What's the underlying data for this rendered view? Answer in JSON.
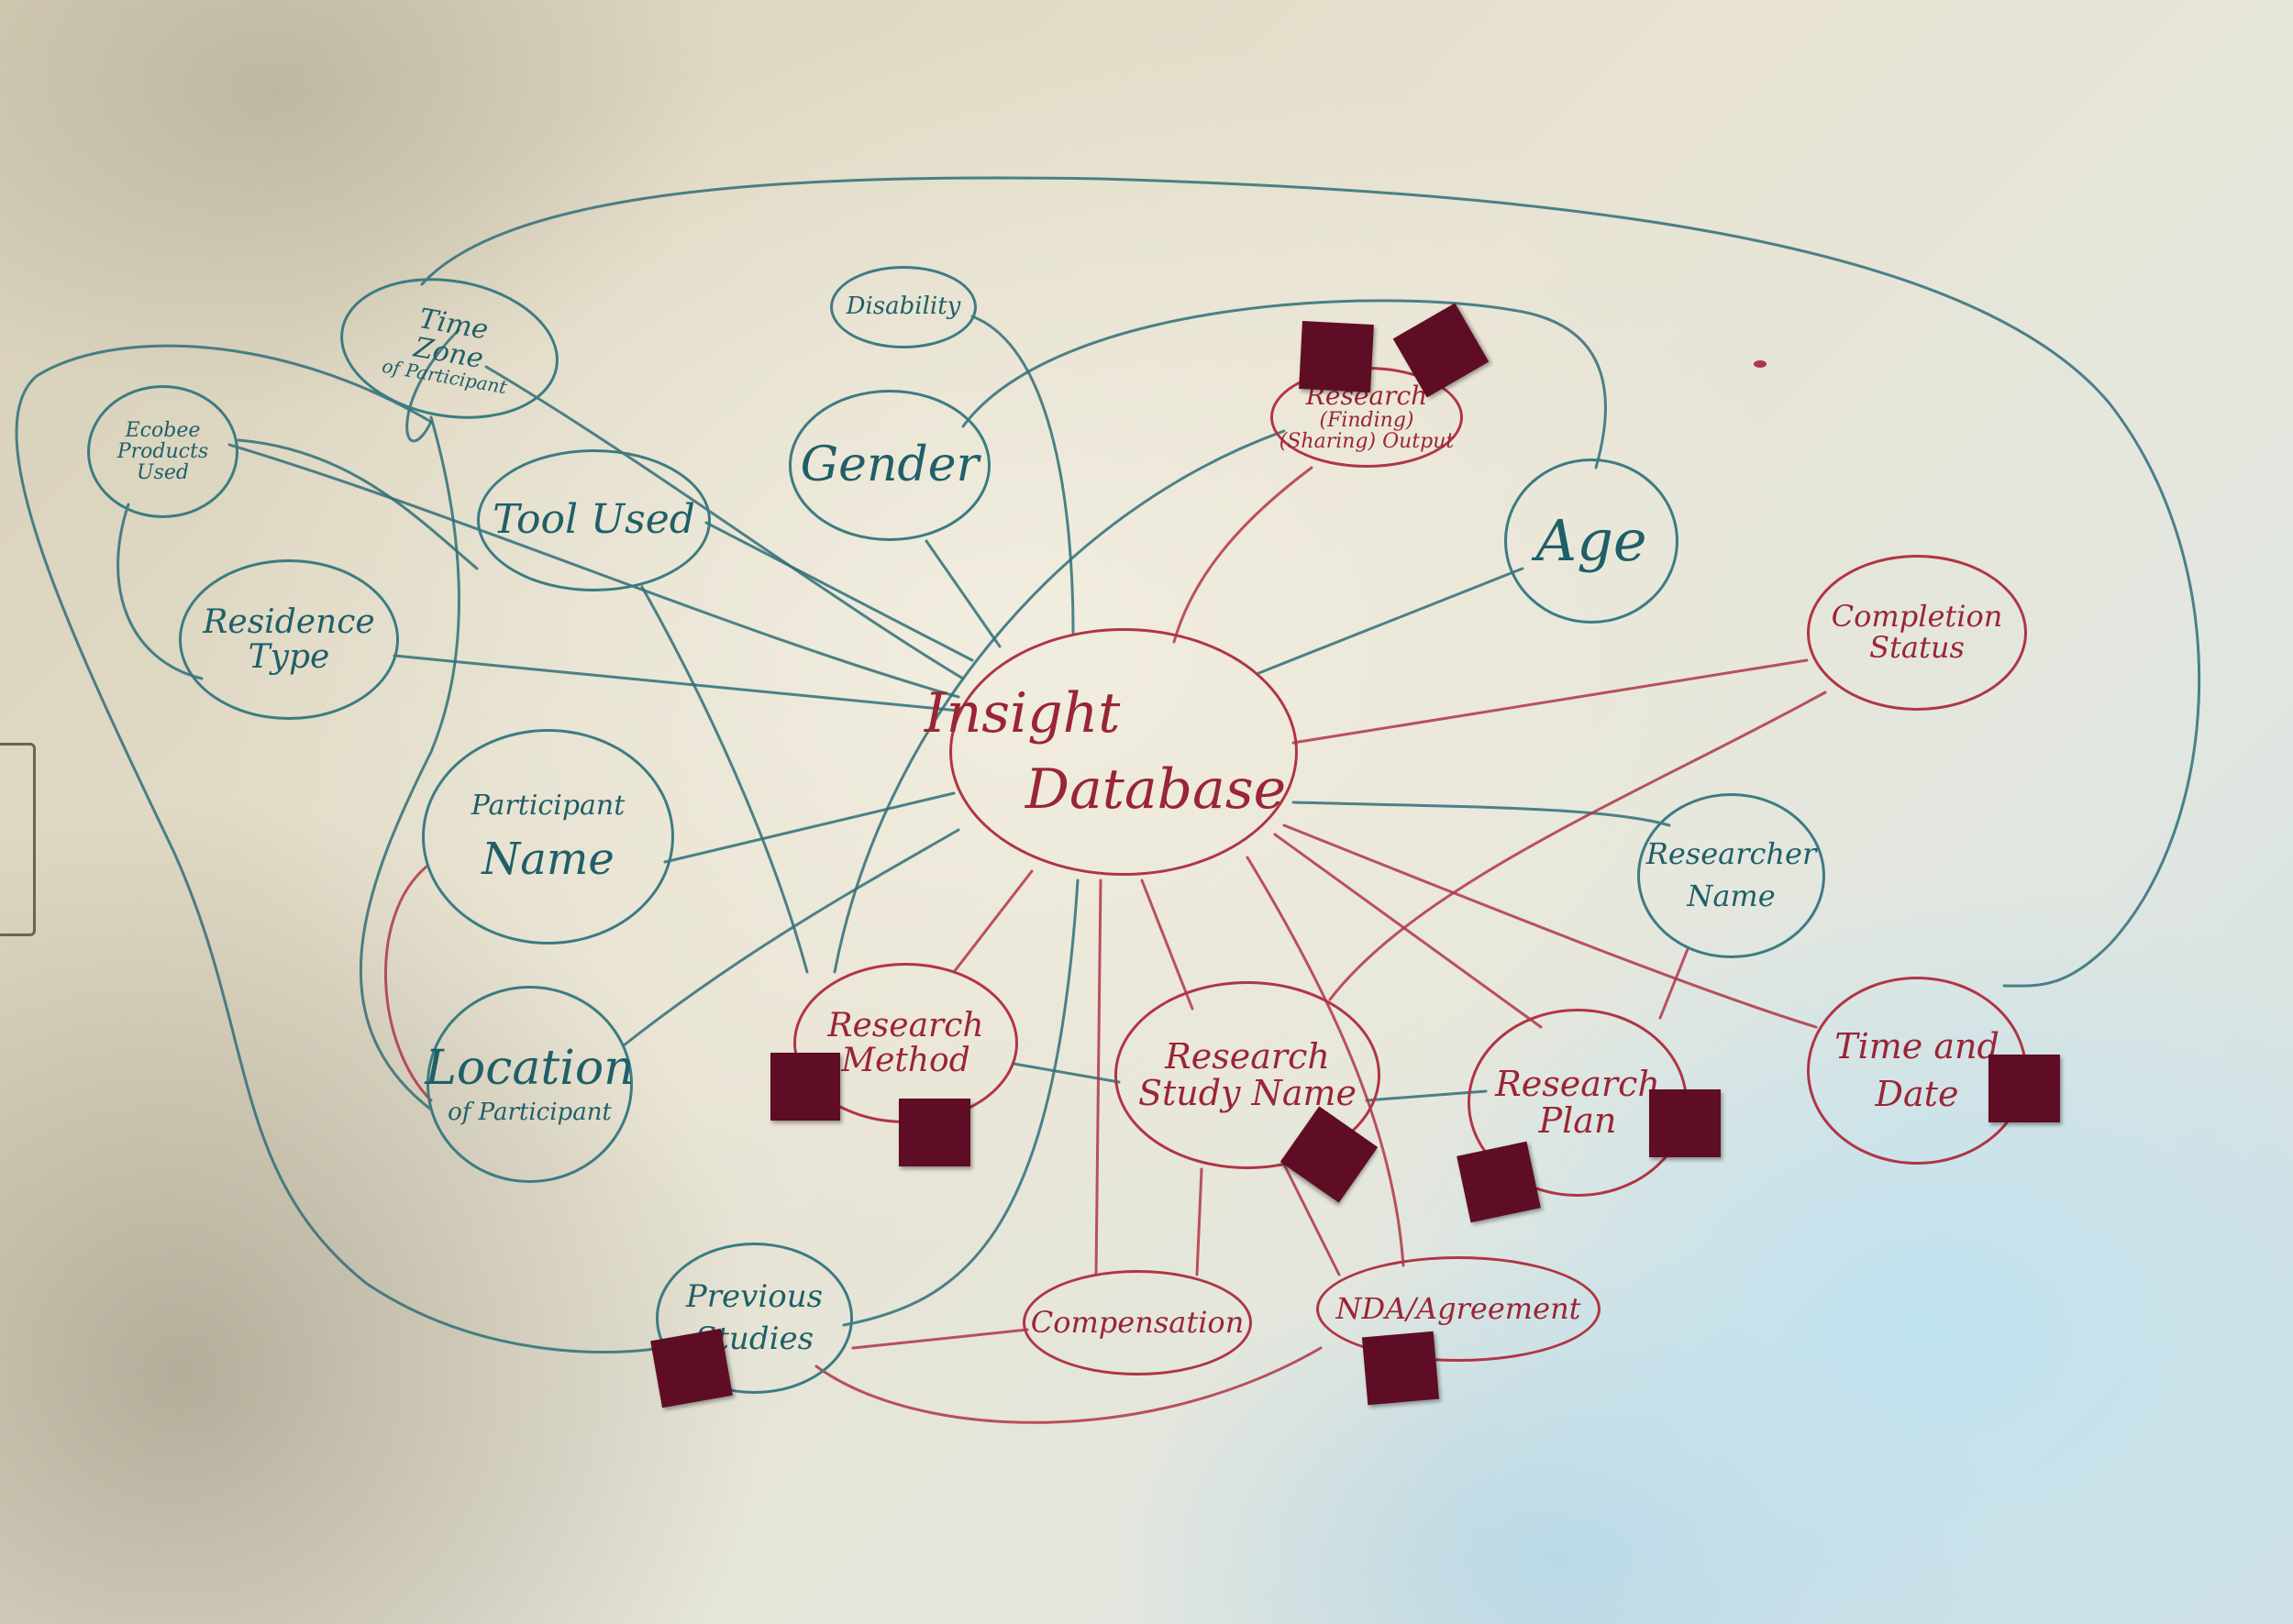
{
  "nodes": {
    "insight_database": [
      "Insight",
      "Database"
    ],
    "time_zone": [
      "Time",
      "Zone",
      "of Participant"
    ],
    "disability": "Disability",
    "ecobee_products": [
      "Ecobee",
      "Products",
      "Used"
    ],
    "gender": "Gender",
    "research_output": [
      "Research",
      "(Finding) (Sharing) Output"
    ],
    "tool_used": "Tool Used",
    "age": "Age",
    "residence_type": [
      "Residence",
      "Type"
    ],
    "completion_status": [
      "Completion",
      "Status"
    ],
    "participant_name": [
      "Participant",
      "Name"
    ],
    "researcher_name": [
      "Researcher",
      "Name"
    ],
    "research_method": [
      "Research",
      "Method"
    ],
    "research_study_name": [
      "Research",
      "Study Name"
    ],
    "research_plan": [
      "Research",
      "Plan"
    ],
    "time_and_date": [
      "Time and",
      "Date"
    ],
    "location_of_participant": [
      "Location",
      "of Participant"
    ],
    "previous_studies": [
      "Previous",
      "Studies"
    ],
    "compensation": "Compensation",
    "nda_agreement": "NDA/Agreement"
  },
  "colors": {
    "teal_marker": "#2e6f78",
    "red_marker": "#b03545",
    "sticky_note": "#5e0d24"
  }
}
